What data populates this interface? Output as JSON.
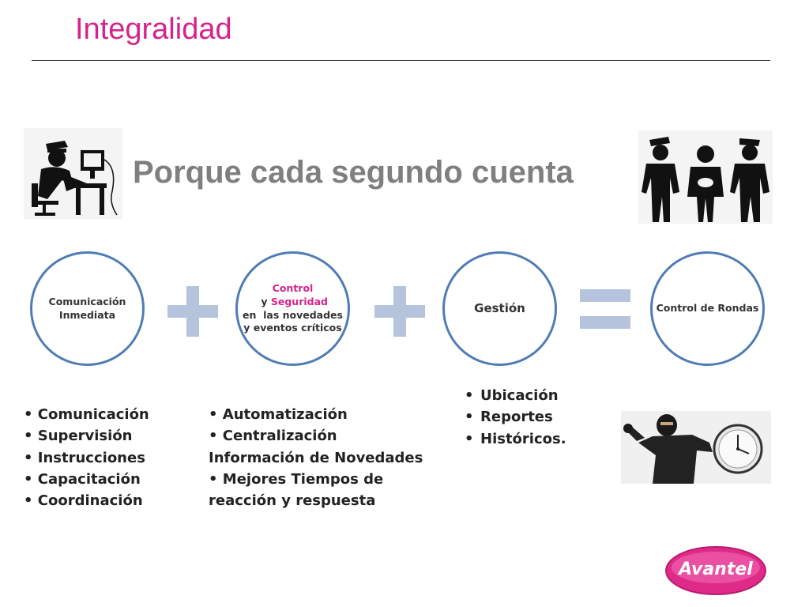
{
  "title": "Integralidad",
  "tagline": "Porque cada segundo cuenta",
  "circles": {
    "c1": "Comunicación Inmediata",
    "c2": {
      "part1": "Control",
      "part2": " y ",
      "part3": "Seguridad",
      "part4": "en  las novedades y eventos críticos"
    },
    "c3": "Gestión",
    "c4": "Control de Rondas"
  },
  "lists": {
    "l1": [
      "Comunicación",
      "Supervisión",
      "Instrucciones",
      "Capacitación",
      "Coordinación"
    ],
    "l2": [
      "Automatización",
      "Centralización Información de Novedades",
      "Mejores Tiempos de reacción y respuesta"
    ],
    "l3": [
      "Ubicación",
      "Reportes",
      "Históricos."
    ]
  },
  "logo": {
    "text": "Avantel"
  },
  "colors": {
    "accent": "#d6238a",
    "circle_border": "#4f7cb5",
    "operator": "#b5c3dd",
    "tagline": "#7f7f7f"
  }
}
